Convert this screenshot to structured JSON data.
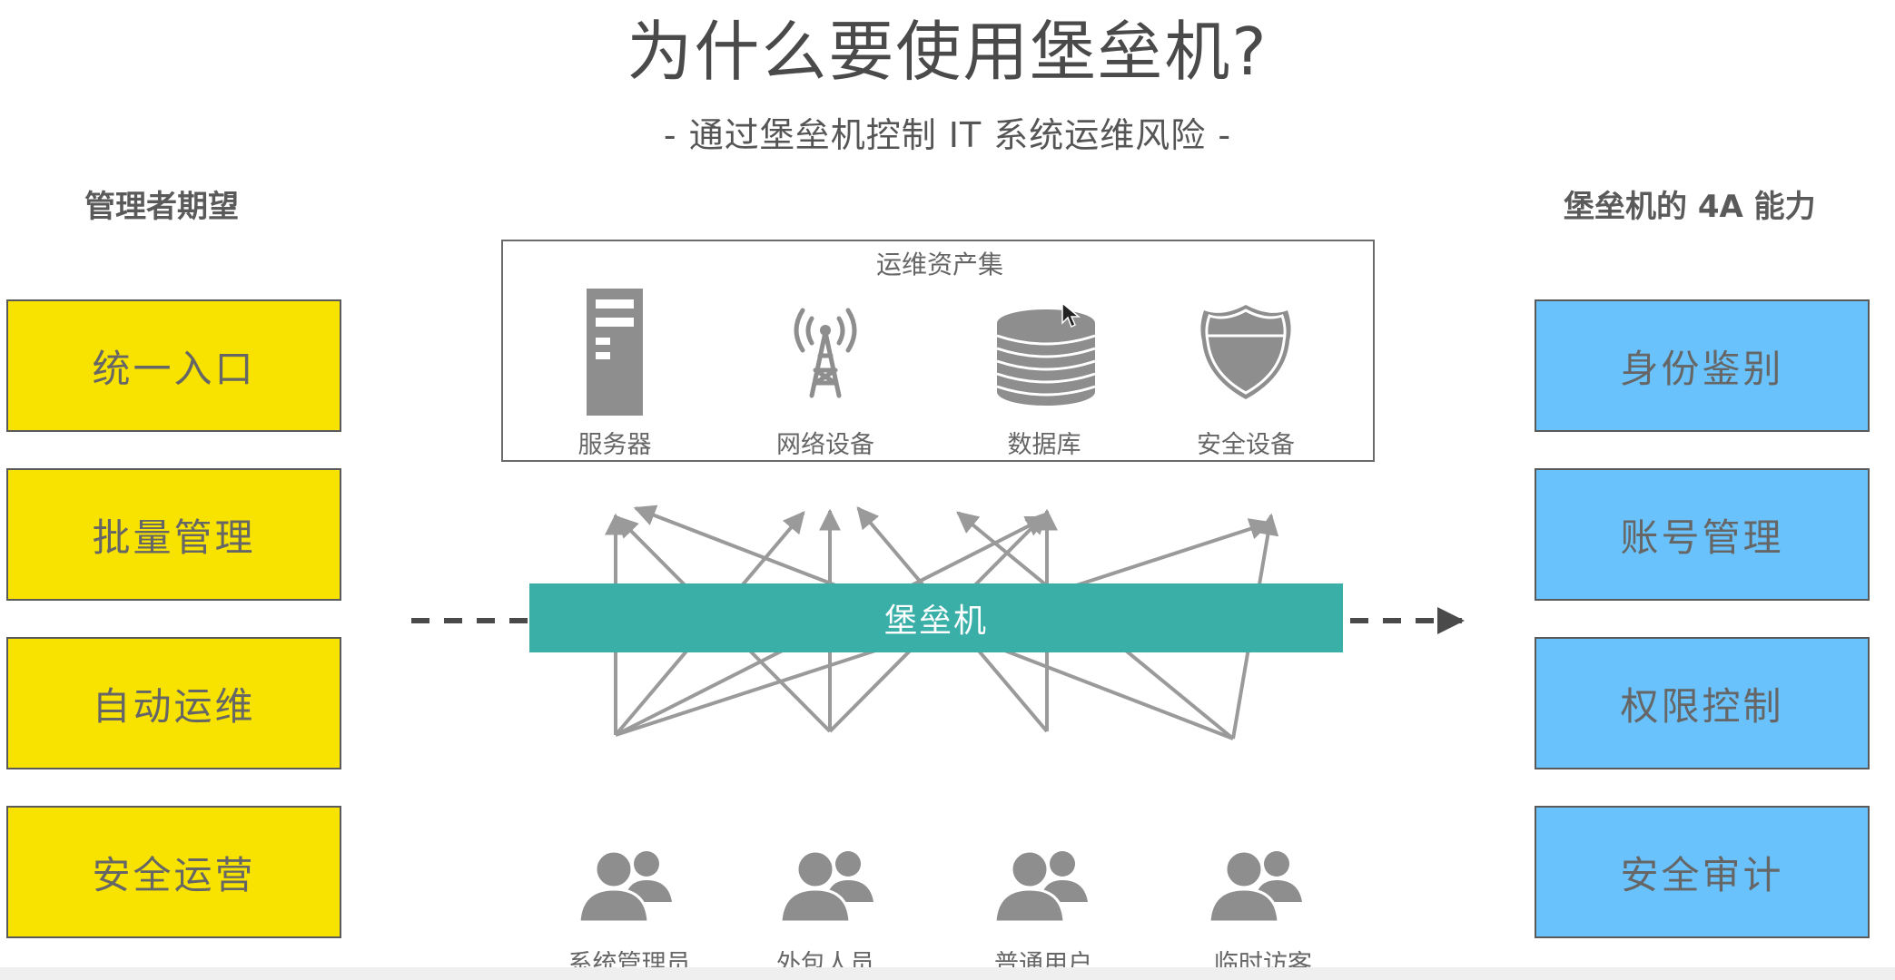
{
  "title": "为什么要使用堡垒机?",
  "subtitle": "- 通过堡垒机控制 IT 系统运维风险 -",
  "left_column": {
    "heading": "管理者期望",
    "items": [
      "统一入口",
      "批量管理",
      "自动运维",
      "安全运营"
    ],
    "color": "#f7e200"
  },
  "right_column": {
    "heading": "堡垒机的 4A 能力",
    "items": [
      "身份鉴别",
      "账号管理",
      "权限控制",
      "安全审计"
    ],
    "color": "#69c2fb"
  },
  "assets": {
    "title": "运维资产集",
    "items": [
      {
        "label": "服务器",
        "icon": "server-icon"
      },
      {
        "label": "网络设备",
        "icon": "network-tower-icon"
      },
      {
        "label": "数据库",
        "icon": "database-icon"
      },
      {
        "label": "安全设备",
        "icon": "shield-icon"
      }
    ]
  },
  "bastion": {
    "label": "堡垒机",
    "color": "#3aafa8"
  },
  "users": [
    {
      "label": "系统管理员",
      "icon": "user-group-icon"
    },
    {
      "label": "外包人员",
      "icon": "user-group-icon"
    },
    {
      "label": "普通用户",
      "icon": "user-group-icon"
    },
    {
      "label": "临时访客",
      "icon": "user-group-icon"
    }
  ]
}
